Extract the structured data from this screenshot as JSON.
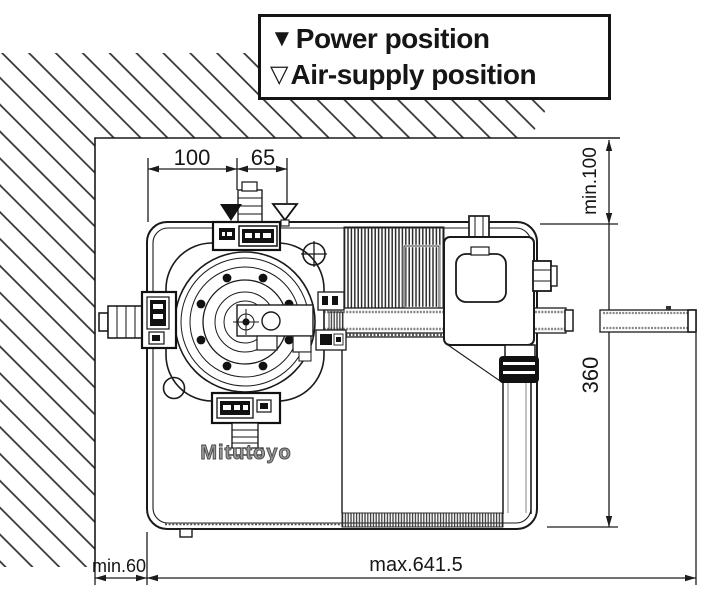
{
  "legend": {
    "items": [
      {
        "symbol": "▼",
        "label": "Power position"
      },
      {
        "symbol": "▽",
        "label": "Air-supply position"
      }
    ]
  },
  "dimensions": {
    "top_width_left": "100",
    "top_width_right": "65",
    "clearance_top": "min.100",
    "depth": "360",
    "clearance_left": "min.60",
    "max_width": "max.641.5"
  },
  "machine": {
    "brand": "Mitutoyo"
  },
  "colors": {
    "line": "#1a1a1a",
    "background": "#ffffff",
    "stipple": "#888888"
  }
}
